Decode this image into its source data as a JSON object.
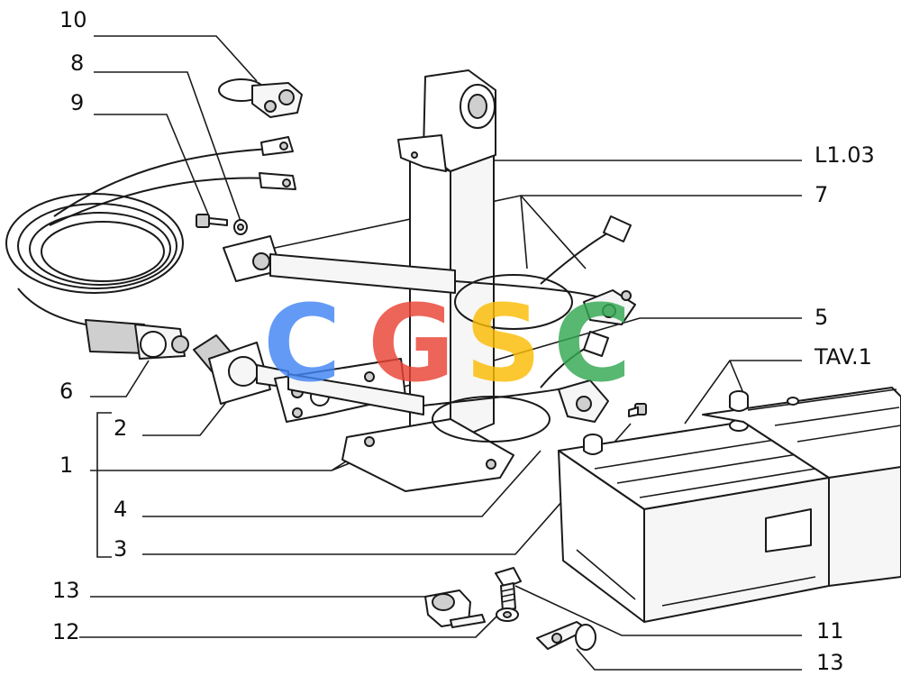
{
  "callouts": [
    {
      "id": "10",
      "text": "10"
    },
    {
      "id": "8",
      "text": "8"
    },
    {
      "id": "9",
      "text": "9"
    },
    {
      "id": "L1.03",
      "text": "L1.03"
    },
    {
      "id": "7",
      "text": "7"
    },
    {
      "id": "5",
      "text": "5"
    },
    {
      "id": "TAV.1",
      "text": "TAV.1"
    },
    {
      "id": "6",
      "text": "6"
    },
    {
      "id": "2",
      "text": "2"
    },
    {
      "id": "1",
      "text": "1"
    },
    {
      "id": "4",
      "text": "4"
    },
    {
      "id": "3",
      "text": "3"
    },
    {
      "id": "13a",
      "text": "13"
    },
    {
      "id": "12",
      "text": "12"
    },
    {
      "id": "11",
      "text": "11"
    },
    {
      "id": "13b",
      "text": "13"
    }
  ],
  "watermark": {
    "letters": [
      "C",
      "G",
      "S",
      "C"
    ],
    "colors": [
      "#4285F4",
      "#EA4335",
      "#FBBC05",
      "#34A853"
    ]
  }
}
